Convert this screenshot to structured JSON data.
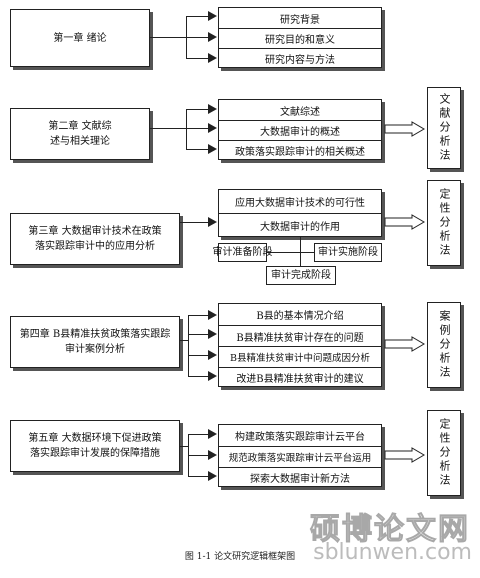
{
  "chapters": [
    {
      "title": "第一章  绪论",
      "items": [
        "研究背景",
        "研究目的和意义",
        "研究内容与方法"
      ],
      "method": ""
    },
    {
      "title": "第二章  文献综\n述与相关理论",
      "items": [
        "文献综述",
        "大数据审计的概述",
        "政策落实跟踪审计的相关概述"
      ],
      "method": "文献分析法"
    },
    {
      "title": "第三章  大数据审计技术在政策\n落实跟踪审计中的应用分析",
      "items": [
        "应用大数据审计技术的可行性",
        "大数据审计的作用"
      ],
      "subitems": [
        "审计准备阶段",
        "审计实施阶段",
        "审计完成阶段"
      ],
      "method": "定性分析法"
    },
    {
      "title": "第四章  B县精准扶贫政策落实跟踪\n审计案例分析",
      "items": [
        "B县的基本情况介绍",
        "B县精准扶贫审计存在的问题",
        "B县精准扶贫审计中问题成因分析",
        "改进B县精准扶贫审计的建议"
      ],
      "method": "案例分析法"
    },
    {
      "title": "第五章  大数据环境下促进政策\n落实跟踪审计发展的保障措施",
      "items": [
        "构建政策落实跟踪审计云平台",
        "规范政策落实跟踪审计云平台运用",
        "探索大数据审计新方法"
      ],
      "method": "定性分析法"
    }
  ],
  "caption": "图 1-1   论文研究逻辑框架图",
  "watermark": {
    "brand": "硕博论文网",
    "site": "sblunwen.com"
  }
}
